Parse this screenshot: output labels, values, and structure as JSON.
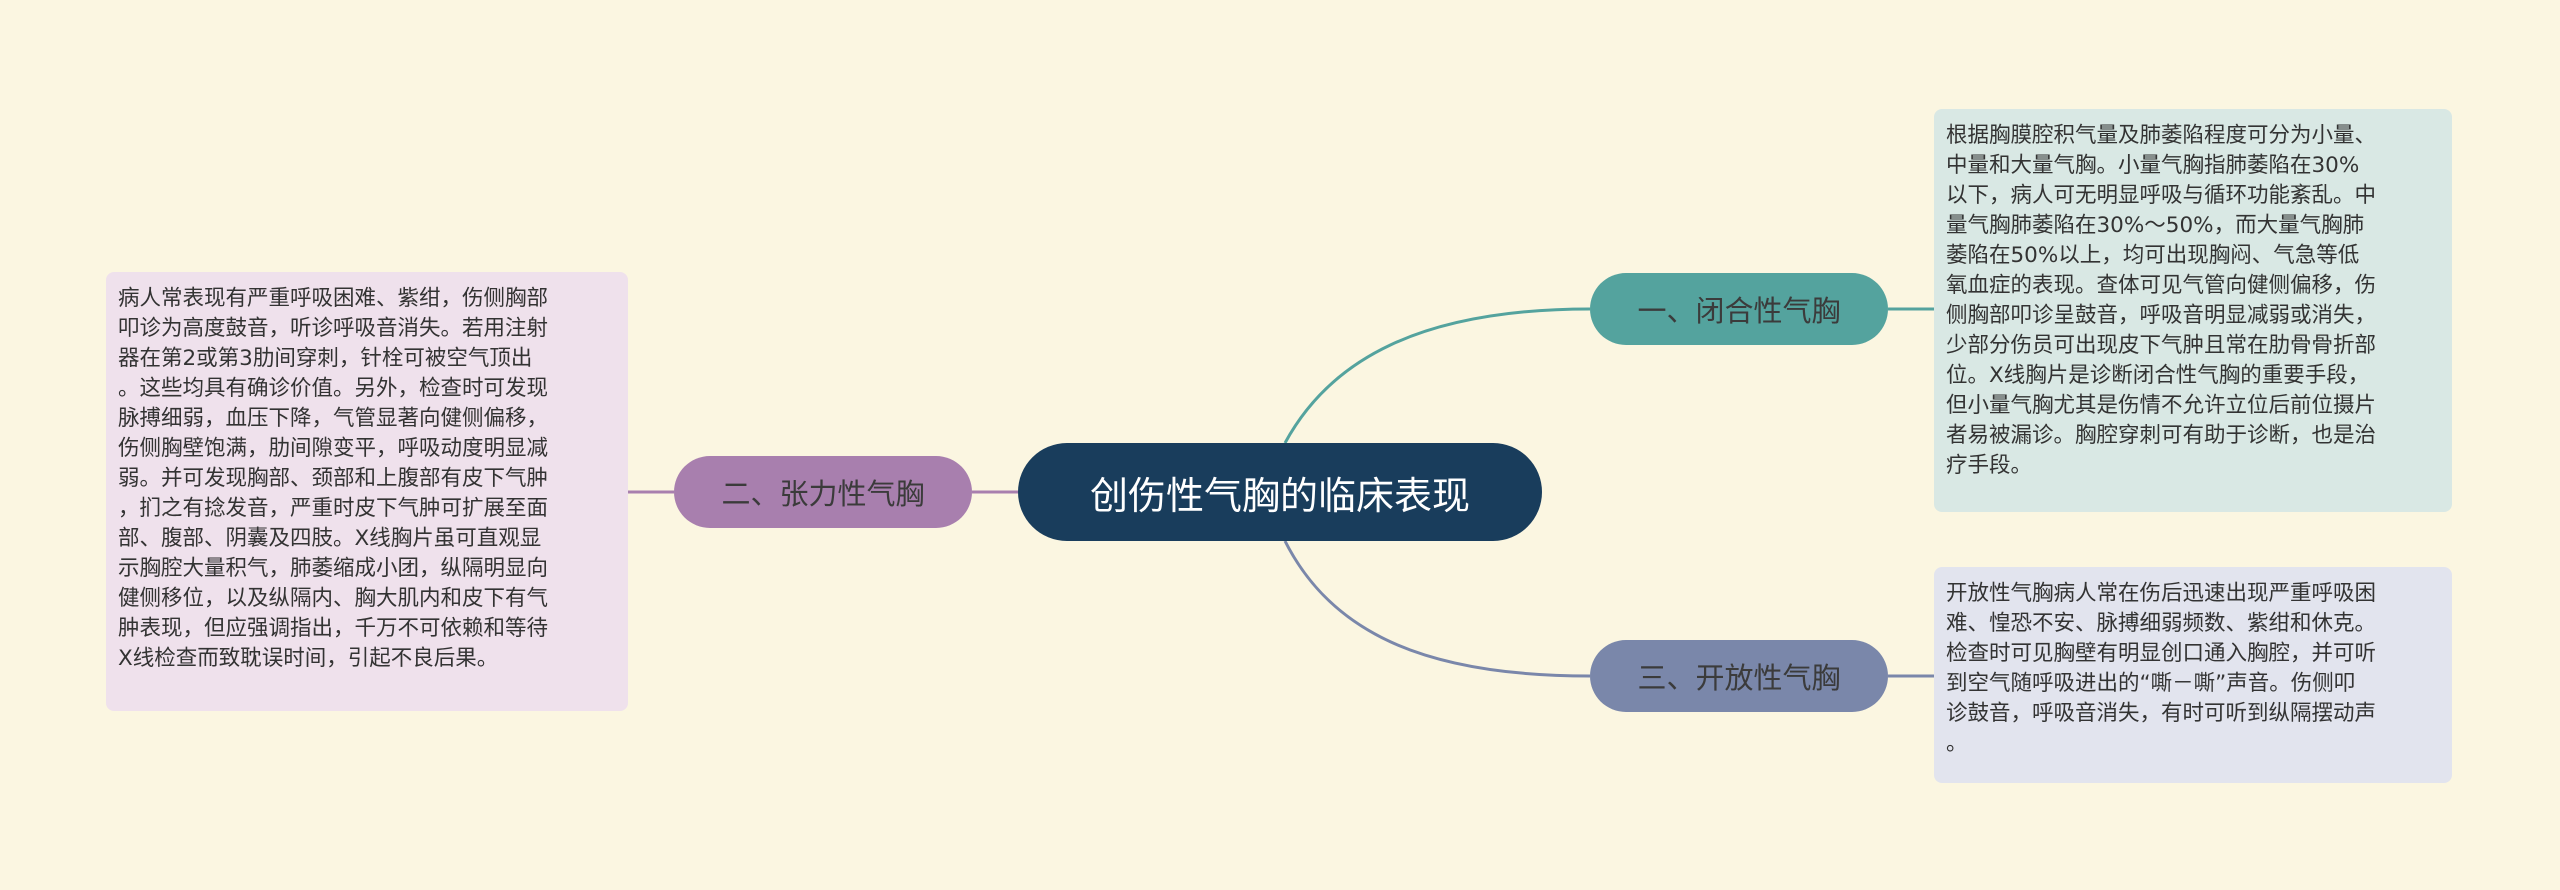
{
  "colors": {
    "background": "#fbf6e1",
    "central": "#193d5c",
    "branch_1": "#54a39e",
    "branch_2": "#a87fae",
    "branch_3": "#7a87aa",
    "card_1": "#d9e8e4",
    "card_2": "#efe1ec",
    "card_3": "#e2e4ee"
  },
  "central": {
    "label": "创伤性气胸的临床表现"
  },
  "branches": [
    {
      "label": "一、闭合性气胸",
      "card_lines": [
        "根据胸膜腔积气量及肺萎陷程度可分为小量、",
        "中量和大量气胸。小量气胸指肺萎陷在30%",
        "以下，病人可无明显呼吸与循环功能紊乱。中",
        "量气胸肺萎陷在30%～50%，而大量气胸肺",
        "萎陷在50%以上，均可出现胸闷、气急等低",
        "氧血症的表现。查体可见气管向健侧偏移，伤",
        "侧胸部叩诊呈鼓音，呼吸音明显减弱或消失，",
        "少部分伤员可出现皮下气肿且常在肋骨骨折部",
        "位。X线胸片是诊断闭合性气胸的重要手段，",
        "但小量气胸尤其是伤情不允许立位后前位摄片",
        "者易被漏诊。胸腔穿刺可有助于诊断，也是治",
        "疗手段。"
      ]
    },
    {
      "label": "二、张力性气胸",
      "card_lines": [
        "病人常表现有严重呼吸困难、紫绀，伤侧胸部",
        "叩诊为高度鼓音，听诊呼吸音消失。若用注射",
        "器在第2或第3肋间穿刺，针栓可被空气顶出",
        "。这些均具有确诊价值。另外，检查时可发现",
        "脉搏细弱，血压下降，气管显著向健侧偏移，",
        "伤侧胸壁饱满，肋间隙变平，呼吸动度明显减",
        "弱。并可发现胸部、颈部和上腹部有皮下气肿",
        "，扪之有捻发音，严重时皮下气肿可扩展至面",
        "部、腹部、阴囊及四肢。X线胸片虽可直观显",
        "示胸腔大量积气，肺萎缩成小团，纵隔明显向",
        "健侧移位，以及纵隔内、胸大肌内和皮下有气",
        "肿表现，但应强调指出，千万不可依赖和等待",
        "X线检查而致耽误时间，引起不良后果。"
      ]
    },
    {
      "label": "三、开放性气胸",
      "card_lines": [
        "开放性气胸病人常在伤后迅速出现严重呼吸困",
        "难、惶恐不安、脉搏细弱频数、紫绀和休克。",
        "检查时可见胸壁有明显创口通入胸腔，并可听",
        "到空气随呼吸进出的“嘶－嘶”声音。伤侧叩",
        "诊鼓音，呼吸音消失，有时可听到纵隔摆动声",
        "。"
      ]
    }
  ]
}
